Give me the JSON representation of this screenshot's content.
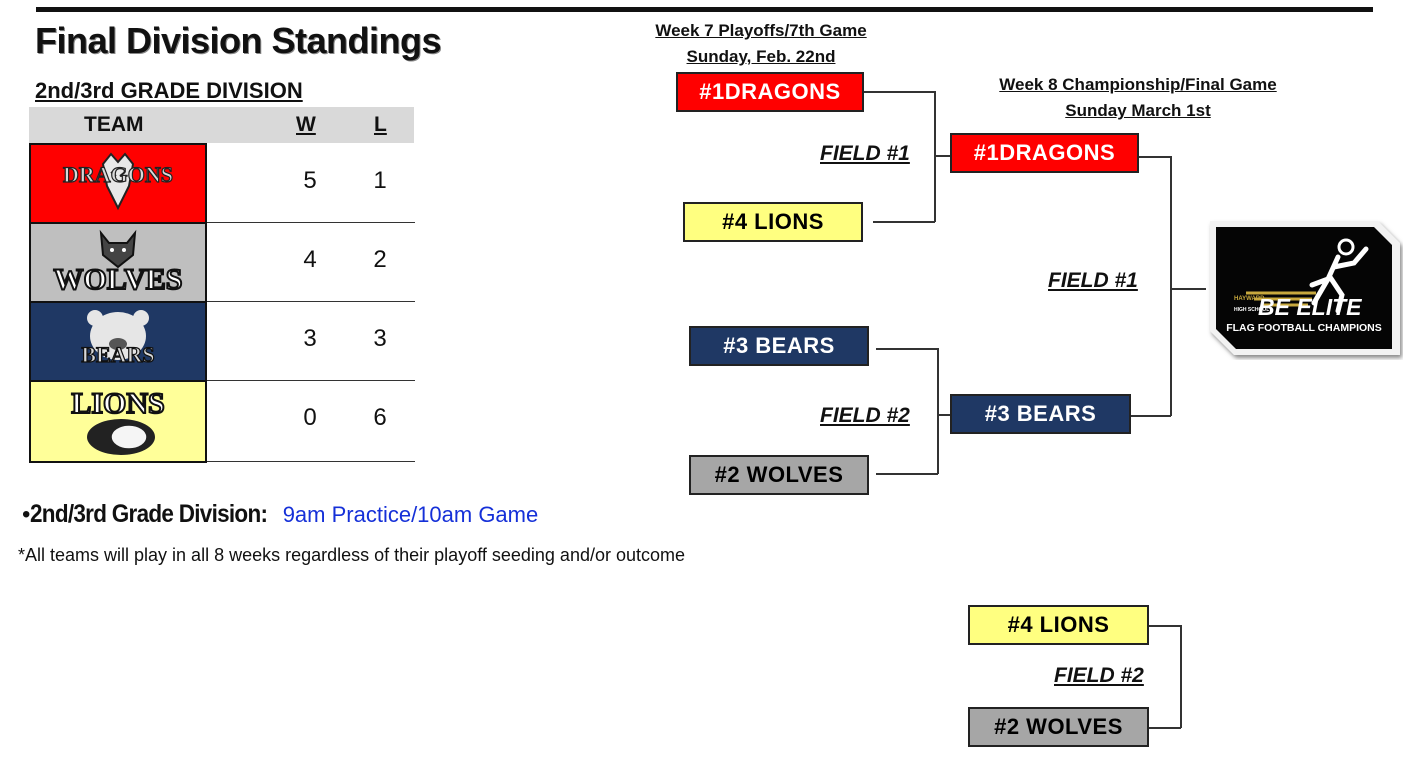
{
  "page": {
    "title": "Final Division Standings",
    "division": "2nd/3rd GRADE DIVISION"
  },
  "standings": {
    "headers": {
      "team": "TEAM",
      "w": "W",
      "l": "L"
    },
    "rows": [
      {
        "team": "DRAGONS",
        "w": "5",
        "l": "1",
        "color": "#ff0000"
      },
      {
        "team": "WOLVES",
        "w": "4",
        "l": "2",
        "color": "#bfbfbf"
      },
      {
        "team": "BEARS",
        "w": "3",
        "l": "3",
        "color": "#1f3864"
      },
      {
        "team": "LIONS",
        "w": "0",
        "l": "6",
        "color": "#ffff99"
      }
    ]
  },
  "schedule": {
    "bullet": "•",
    "label": "2nd/3rd Grade Division:",
    "time": "9am Practice/10am Game",
    "footnote": "*All teams will play in all 8 weeks regardless of their playoff seeding and/or outcome"
  },
  "bracket": {
    "week7": {
      "line1": "Week 7 Playoffs/7th Game",
      "line2": "Sunday, Feb. 22nd"
    },
    "week8": {
      "line1": "Week 8 Championship/Final Game",
      "line2": "Sunday March 1st"
    },
    "r1": [
      {
        "label": "#1DRAGONS"
      },
      {
        "label": "#4 LIONS"
      },
      {
        "label": "#3 BEARS"
      },
      {
        "label": "#2 WOLVES"
      }
    ],
    "r1_fields": [
      "FIELD #1",
      "FIELD #2"
    ],
    "r2": [
      {
        "label": "#1DRAGONS"
      },
      {
        "label": "#3 BEARS"
      }
    ],
    "final_field": "FIELD #1",
    "consolation": [
      {
        "label": "#4 LIONS"
      },
      {
        "label": "#2 WOLVES"
      }
    ],
    "consolation_field": "FIELD #2"
  },
  "champion_logo": {
    "school": "HAYWARD",
    "school2": "HIGH SCHOOL",
    "headline": "BE ELITE",
    "subline": "FLAG FOOTBALL CHAMPIONS"
  }
}
